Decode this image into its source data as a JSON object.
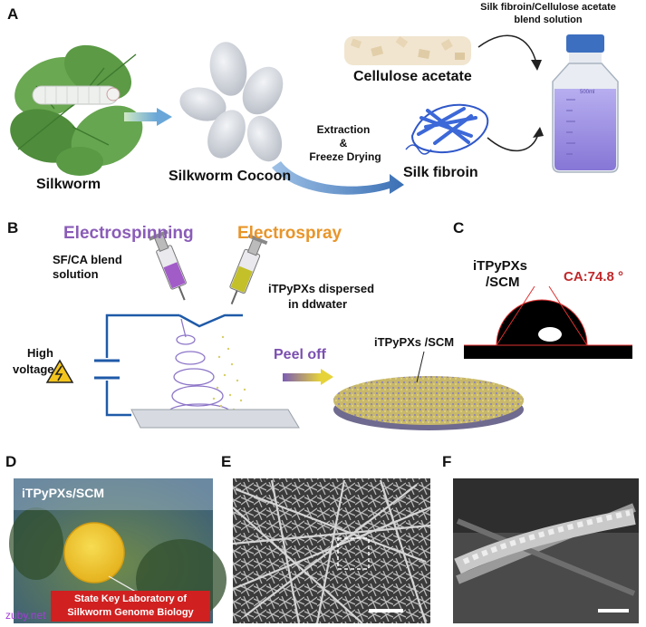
{
  "panels": {
    "a": {
      "letter": "A",
      "silkworm": "Silkworm",
      "cocoon": "Silkworm Cocoon",
      "extraction_line1": "Extraction",
      "extraction_amp": "&",
      "extraction_line2": "Freeze Drying",
      "silk_fibroin": "Silk fibroin",
      "cellulose_acetate": "Cellulose acetate",
      "blend_line1": "Silk fibroin/Cellulose acetate",
      "blend_line2": "blend solution",
      "bottle_mark": "500ml"
    },
    "b": {
      "letter": "B",
      "electrospinning": "Electrospinning",
      "electrospray": "Electrospray",
      "sfca_line1": "SF/CA blend",
      "sfca_line2": "solution",
      "itpy_line1": "iTPyPXs dispersed",
      "itpy_line2": "in ddwater",
      "high_line1": "High",
      "high_line2": "voltage",
      "peel_off": "Peel off",
      "membrane": "iTPyPXs /SCM"
    },
    "c": {
      "letter": "C",
      "sample_line1": "iTPyPXs",
      "sample_line2": "/SCM",
      "contact_angle": "CA:74.8 °"
    },
    "d": {
      "letter": "D",
      "photo_label": "iTPyPXs/SCM",
      "banner_line1": "State Key Laboratory of",
      "banner_line2": "Silkworm Genome Biology",
      "watermark": "zuby.net"
    },
    "e": {
      "letter": "E"
    },
    "f": {
      "letter": "F"
    }
  },
  "colors": {
    "electrospinning": "#8a5cb8",
    "electrospray": "#e8952a",
    "contact_angle": "#c0282a",
    "fibroin_blue": "#2f57c8",
    "liquid": "#9b8ee0",
    "banner": "#d02020",
    "leaf": "#5a9a45"
  }
}
